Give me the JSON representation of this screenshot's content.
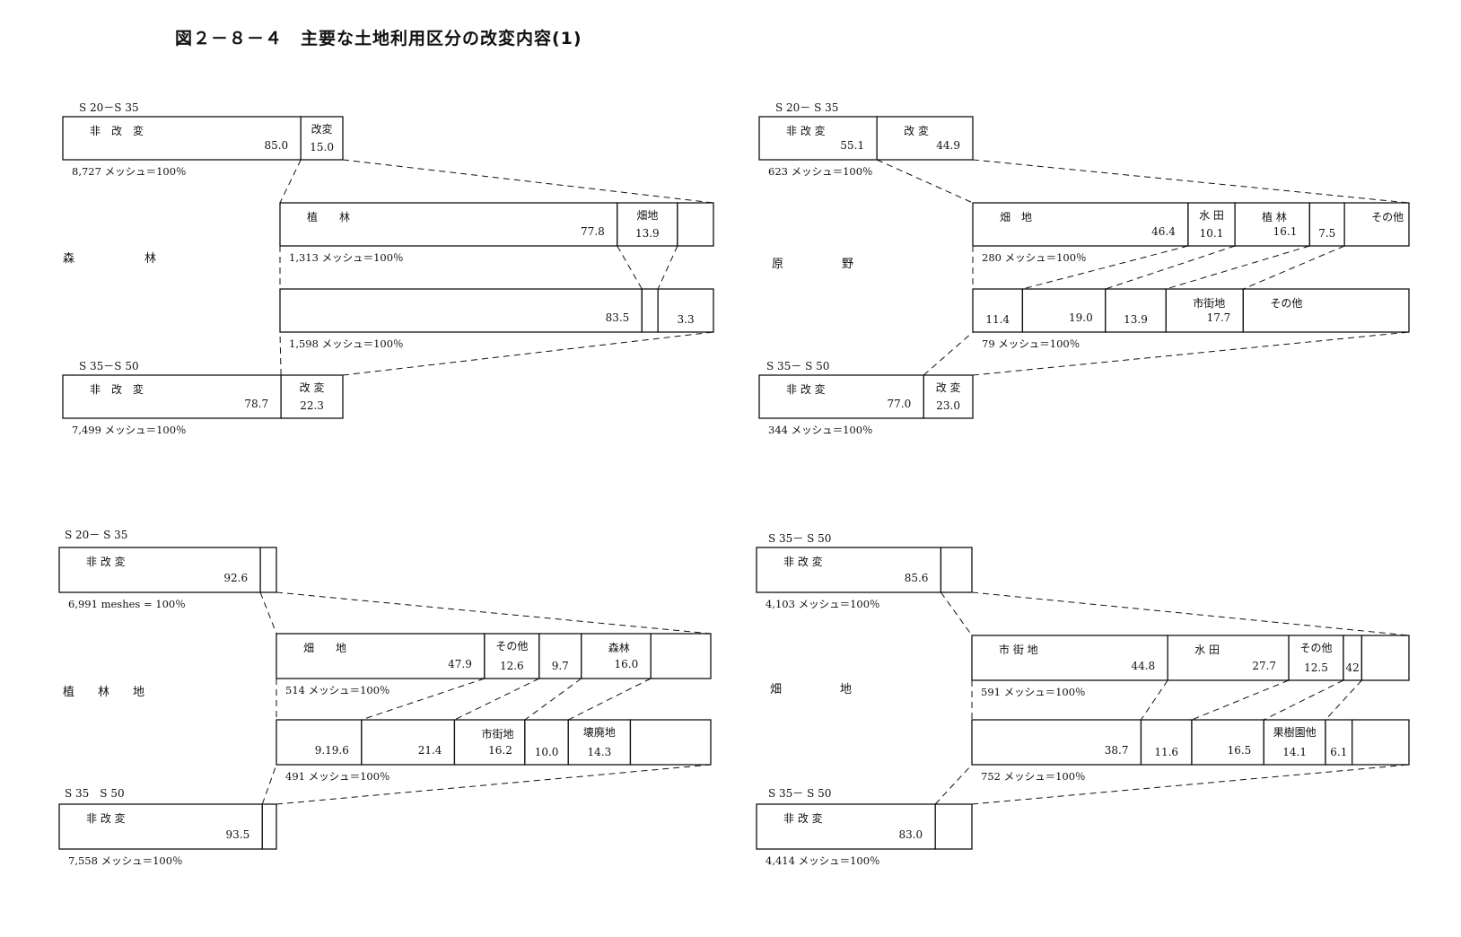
{
  "title": "図２－８－４　主要な土地利用区分の改変内容(1)",
  "panels": [
    {
      "category": "森　　　　　　林",
      "top": {
        "period": "S 20－S 35",
        "note": "8,727 メッシュ＝100％",
        "cells": [
          {
            "label": "非　改　変",
            "value": "85.0",
            "share": 85.0
          },
          {
            "label": "改変",
            "value": "15.0",
            "share": 15.0
          }
        ]
      },
      "mid1": {
        "note": "1,313 メッシュ＝100％",
        "cells": [
          {
            "label": "植　　林",
            "value": "77.8",
            "share": 77.8
          },
          {
            "label": "畑地",
            "value": "13.9",
            "share": 13.9
          },
          {
            "label": "",
            "value": "",
            "share": 8.3
          }
        ]
      },
      "mid2": {
        "note": "1,598 メッシュ＝100％",
        "cells": [
          {
            "label": "",
            "value": "83.5",
            "share": 83.5
          },
          {
            "label": "",
            "value": "",
            "share": 3.7
          },
          {
            "label": "",
            "value": "3.3",
            "share": 12.8
          }
        ]
      },
      "bottom": {
        "period": "S 35－S 50",
        "note": "7,499 メッシュ＝100％",
        "cells": [
          {
            "label": "非　改　変",
            "value": "78.7",
            "share": 78.7
          },
          {
            "label": "改 変",
            "value": "22.3",
            "share": 22.3
          }
        ]
      }
    },
    {
      "category": "原　　　　　野",
      "top": {
        "period": "S 20－ S 35",
        "note": "623 メッシュ＝100％",
        "cells": [
          {
            "label": "非 改 変",
            "value": "55.1",
            "share": 55.1
          },
          {
            "label": "改 変",
            "value": "44.9",
            "share": 44.9
          }
        ]
      },
      "mid1": {
        "note": "280 メッシュ＝100％",
        "cells": [
          {
            "label": "畑　地",
            "value": "46.4",
            "share": 46.4
          },
          {
            "label": "水 田",
            "value": "10.1",
            "share": 10.1
          },
          {
            "label": "植 林",
            "value": "16.1",
            "share": 16.1
          },
          {
            "label": "",
            "value": "7.5",
            "share": 7.5
          },
          {
            "label": "その他",
            "value": "",
            "share": 13.9
          }
        ]
      },
      "mid2": {
        "note": "79 メッシュ＝100％",
        "cells": [
          {
            "label": "",
            "value": "11.4",
            "share": 11.4
          },
          {
            "label": "",
            "value": "19.0",
            "share": 19.0
          },
          {
            "label": "",
            "value": "13.9",
            "share": 13.9
          },
          {
            "label": "市街地",
            "value": "17.7",
            "share": 17.7
          },
          {
            "label": "その他",
            "value": "",
            "share": 38.0
          }
        ]
      },
      "bottom": {
        "period": "S 35－ S 50",
        "note": "344 メッシュ＝100％",
        "cells": [
          {
            "label": "非 改 変",
            "value": "77.0",
            "share": 77.0
          },
          {
            "label": "改 変",
            "value": "23.0",
            "share": 23.0
          }
        ]
      }
    },
    {
      "category": "植　　林　　地",
      "top": {
        "period": "S 20－ S 35",
        "note": "6,991 meshes = 100％",
        "cells": [
          {
            "label": "非 改 変",
            "value": "92.6",
            "share": 92.6
          },
          {
            "label": "",
            "value": "",
            "share": 7.4
          }
        ]
      },
      "mid1": {
        "note": "514 メッシュ＝100％",
        "cells": [
          {
            "label": "畑　　地",
            "value": "47.9",
            "share": 47.9
          },
          {
            "label": "その他",
            "value": "12.6",
            "share": 12.6
          },
          {
            "label": "",
            "value": "9.7",
            "share": 9.7
          },
          {
            "label": "森林",
            "value": "16.0",
            "share": 16.0
          },
          {
            "label": "",
            "value": "",
            "share": 13.8
          }
        ]
      },
      "mid2": {
        "note": "491 メッシュ＝100％",
        "cells": [
          {
            "label": "",
            "value": "9.19.6",
            "share": 19.6
          },
          {
            "label": "",
            "value": "21.4",
            "share": 21.4
          },
          {
            "label": "市街地",
            "value": "16.2",
            "share": 16.2
          },
          {
            "label": "",
            "value": "10.0",
            "share": 10.0
          },
          {
            "label": "壊廃地",
            "value": "14.3",
            "share": 14.3
          },
          {
            "label": "",
            "value": "",
            "share": 18.5
          }
        ]
      },
      "bottom": {
        "period": "S 35　S 50",
        "note": "7,558 メッシュ＝100％",
        "cells": [
          {
            "label": "非 改 変",
            "value": "93.5",
            "share": 93.5
          },
          {
            "label": "",
            "value": "",
            "share": 6.5
          }
        ]
      }
    },
    {
      "category": "畑　　　　　地",
      "top": {
        "period": "S 35－ S 50",
        "note": "4,103 メッシュ＝100％",
        "cells": [
          {
            "label": "非 改 変",
            "value": "85.6",
            "share": 85.6
          },
          {
            "label": "",
            "value": "",
            "share": 14.4
          }
        ]
      },
      "mid1": {
        "note": "591 メッシュ＝100％",
        "cells": [
          {
            "label": "市 街 地",
            "value": "44.8",
            "share": 44.8
          },
          {
            "label": "水 田",
            "value": "27.7",
            "share": 27.7
          },
          {
            "label": "その他",
            "value": "12.5",
            "share": 12.5
          },
          {
            "label": "",
            "value": "42",
            "share": 4.2
          },
          {
            "label": "",
            "value": "",
            "share": 10.8
          }
        ]
      },
      "mid2": {
        "note": "752 メッシュ＝100％",
        "cells": [
          {
            "label": "",
            "value": "38.7",
            "share": 38.7
          },
          {
            "label": "",
            "value": "11.6",
            "share": 11.6
          },
          {
            "label": "",
            "value": "16.5",
            "share": 16.5
          },
          {
            "label": "果樹園他",
            "value": "14.1",
            "share": 14.1
          },
          {
            "label": "",
            "value": "6.1",
            "share": 6.1
          },
          {
            "label": "",
            "value": "",
            "share": 13.0
          }
        ]
      },
      "bottom": {
        "period": "S 35－ S 50",
        "note": "4,414 メッシュ＝100％",
        "cells": [
          {
            "label": "非 改 変",
            "value": "83.0",
            "share": 83.0
          },
          {
            "label": "",
            "value": "",
            "share": 17.0
          }
        ]
      }
    }
  ]
}
